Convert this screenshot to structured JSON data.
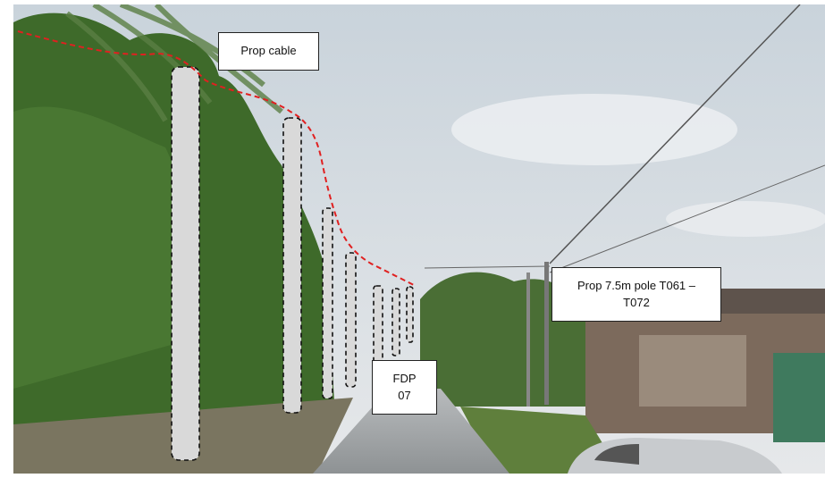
{
  "labels": {
    "prop_cable": "Prop cable",
    "prop_pole_line1": "Prop 7.5m pole T061 –",
    "prop_pole_line2": "T072",
    "fdp_line1": "FDP",
    "fdp_line2": "07"
  },
  "colors": {
    "sky": "#d9dfe4",
    "foliage": "#3f6b2c",
    "road": "#a9acae",
    "pole_fill": "#d9d9d9",
    "cable_line": "#e02020"
  }
}
